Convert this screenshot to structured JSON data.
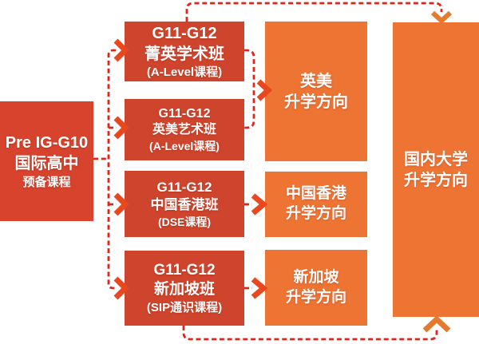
{
  "flowchart": {
    "entry_box": {
      "title_en": "Pre IG-G10",
      "title_zh": "国际高中",
      "subtitle": "预备课程"
    },
    "program_boxes": [
      {
        "grade": "G11-G12",
        "name": "菁英学术班",
        "curriculum": "(A-Level课程)"
      },
      {
        "grade": "G11-G12",
        "name": "英美艺术班",
        "curriculum": "(A-Level课程)"
      },
      {
        "grade": "G11-G12",
        "name": "中国香港班",
        "curriculum": "(DSE课程)"
      },
      {
        "grade": "G11-G12",
        "name": "新加坡班",
        "curriculum": "(SIP通识课程)"
      }
    ],
    "destination_boxes": [
      {
        "region": "英美",
        "label": "升学方向"
      },
      {
        "region": "中国香港",
        "label": "升学方向"
      },
      {
        "region": "新加坡",
        "label": "升学方向"
      }
    ],
    "final_box": {
      "region": "国内大学",
      "label": "升学方向"
    },
    "colors": {
      "entry_red": "#d7432d",
      "program_red": "#cf442c",
      "destination_orange": "#ee7434",
      "dash_red": "#e0241a",
      "arrow_red": "#e8471f",
      "arrow_orange": "#e57a2e"
    }
  }
}
